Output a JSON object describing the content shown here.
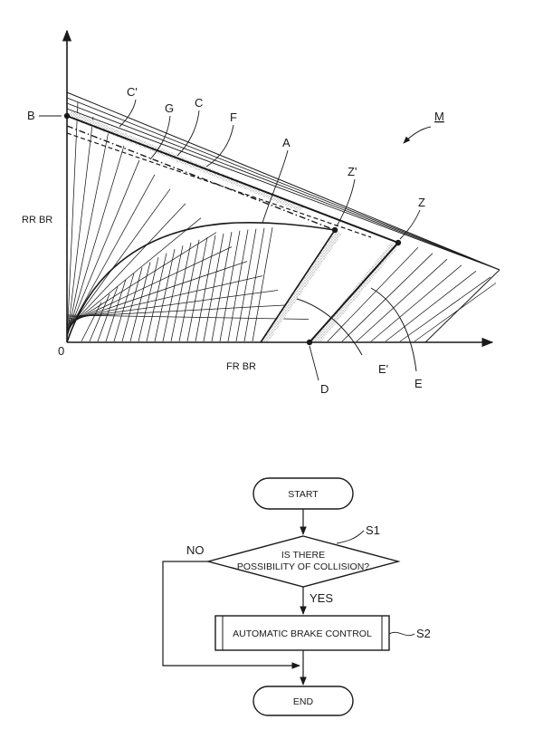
{
  "graph": {
    "figure_label": "M",
    "y_axis_label": "RR BR",
    "x_axis_label": "FR BR",
    "origin_label": "0",
    "point_labels": {
      "B": "B",
      "C_prime": "C'",
      "G": "G",
      "C": "C",
      "F": "F",
      "A": "A",
      "Z_prime": "Z'",
      "Z": "Z",
      "D": "D",
      "E_prime": "E'",
      "E": "E"
    }
  },
  "flowchart": {
    "start": "START",
    "decision_line1": "IS THERE",
    "decision_line2": "POSSIBILITY OF COLLISION?",
    "step_label_s1": "S1",
    "no_label": "NO",
    "yes_label": "YES",
    "process": "AUTOMATIC BRAKE CONTROL",
    "step_label_s2": "S2",
    "end": "END"
  }
}
